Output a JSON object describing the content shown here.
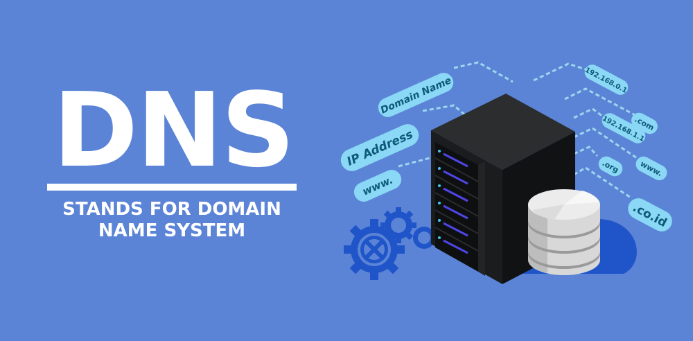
{
  "headline": {
    "title": "DNS",
    "subtitle_line1": "STANDS FOR DOMAIN",
    "subtitle_line2": "NAME SYSTEM"
  },
  "illustration": {
    "left_tags": [
      "Domain Name",
      "IP Address",
      "www."
    ],
    "right_tags": [
      "192.168.0.1",
      ".com",
      "192.168.1.1",
      ".org",
      "www.",
      ".co.id"
    ],
    "objects": [
      "server-rack",
      "database-cylinder",
      "gears"
    ]
  },
  "colors": {
    "background": "#5b84d6",
    "text": "#ffffff",
    "tag_fill": "#8ad8f5",
    "tag_text": "#0d5a78",
    "server": "#1a1c1e",
    "shadow": "#1f55c8",
    "gear": "#1f55c8"
  }
}
